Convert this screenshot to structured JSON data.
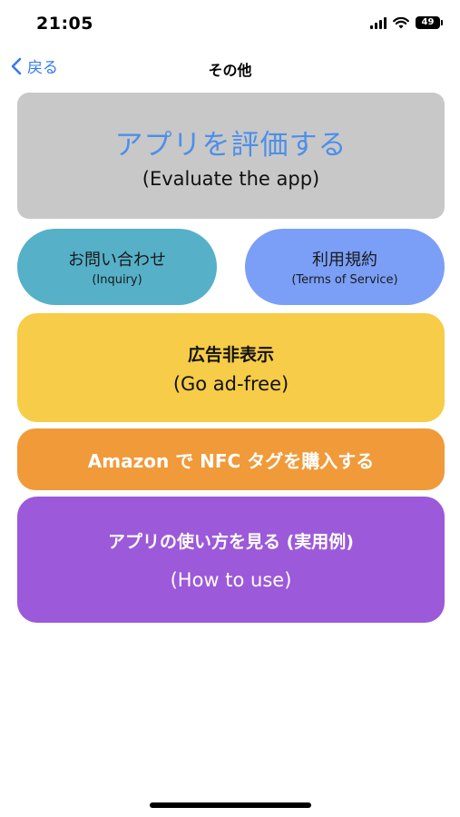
{
  "status_bar": {
    "time": "21:05",
    "battery": "49"
  },
  "nav": {
    "back_label": "戻る",
    "title": "その他"
  },
  "buttons": {
    "rate": {
      "jp": "アプリを評価する",
      "en": "(Evaluate the app)"
    },
    "inquiry": {
      "jp": "お問い合わせ",
      "en": "(Inquiry)"
    },
    "terms": {
      "jp": "利用規約",
      "en": "(Terms of Service)"
    },
    "ad_free": {
      "jp": "広告非表示",
      "en": "(Go ad-free)"
    },
    "nfc": {
      "label": "Amazon で NFC タグを購入する"
    },
    "how_to": {
      "jp": "アプリの使い方を見る (実用例)",
      "en": "(How to use)"
    }
  },
  "colors": {
    "accent_blue": "#3478f6",
    "rate_bg": "#c8c8c8",
    "rate_text": "#4d8fe9",
    "inquiry_bg": "#55b0c8",
    "terms_bg": "#7b9ff7",
    "ad_free_bg": "#f6cc48",
    "nfc_bg": "#f09a3a",
    "how_to_bg": "#9c59d9"
  },
  "icons": {
    "back": "chevron-left-icon",
    "signal": "cellular-signal-icon",
    "wifi": "wifi-icon",
    "battery": "battery-icon"
  }
}
